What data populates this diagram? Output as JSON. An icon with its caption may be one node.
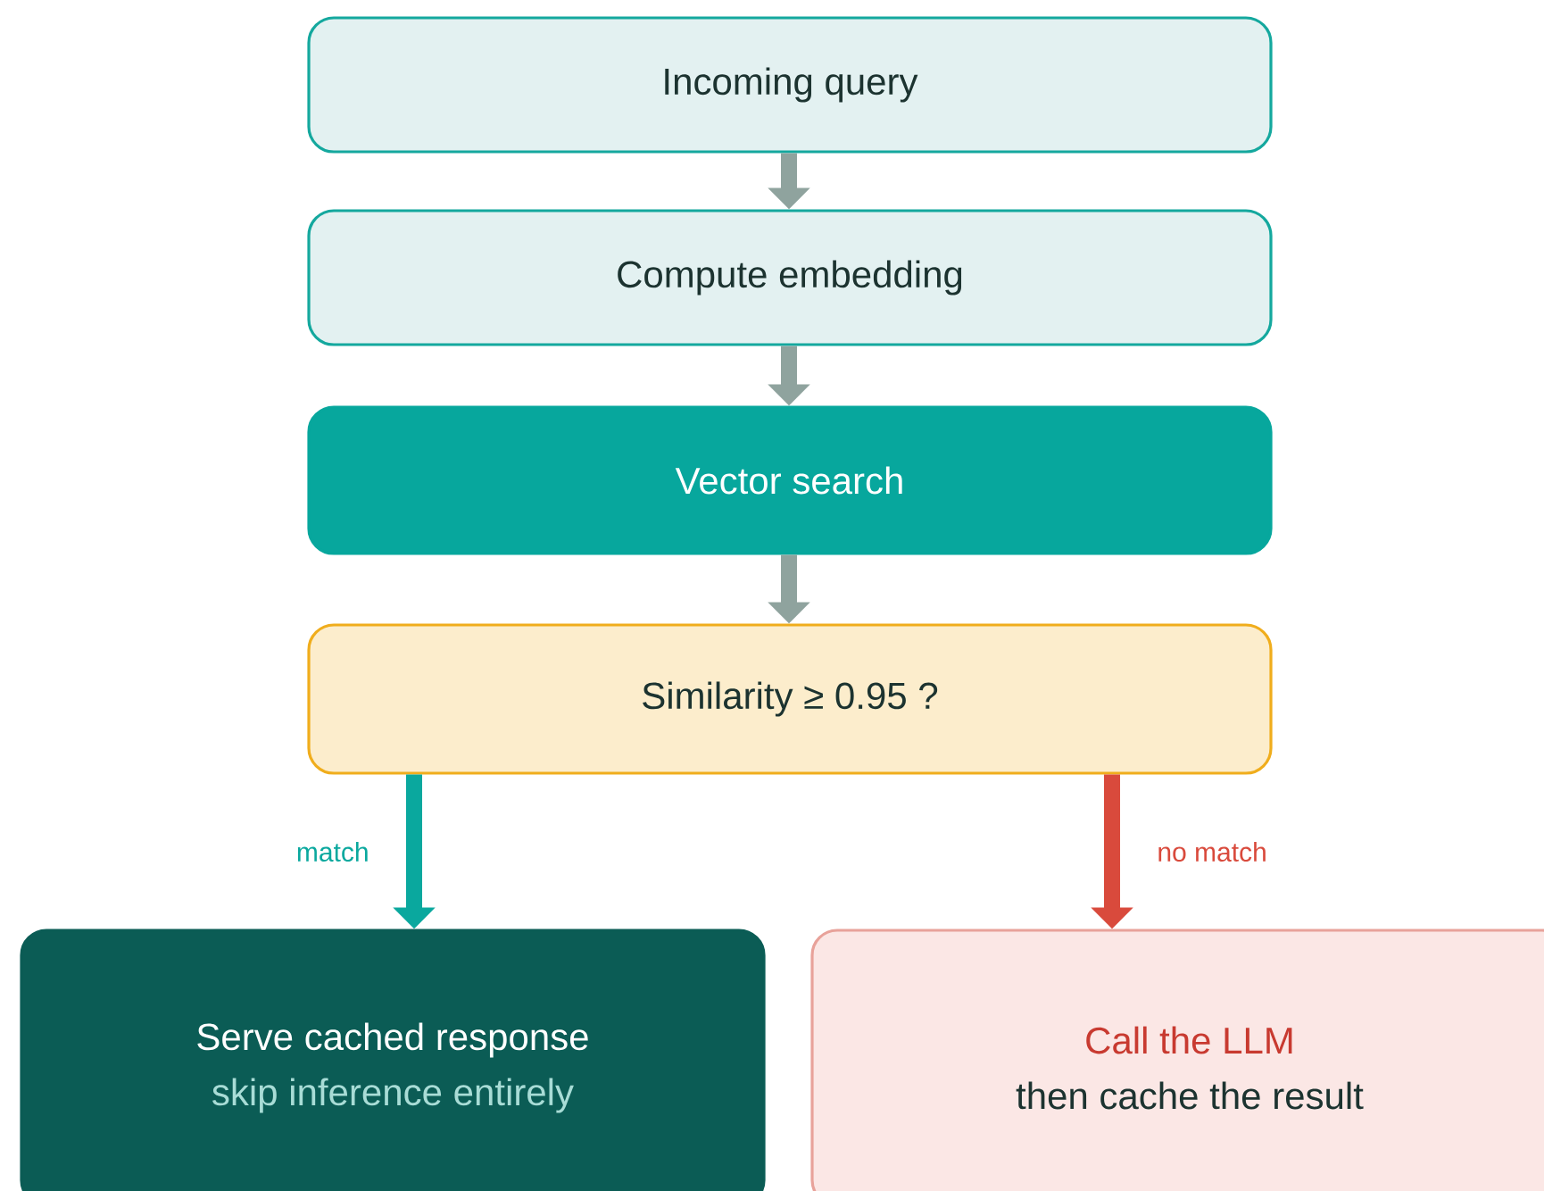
{
  "diagram": {
    "nodes": [
      {
        "text": [
          "Incoming query"
        ]
      },
      {
        "text": [
          "Compute embedding"
        ]
      },
      {
        "text": [
          "Vector search"
        ]
      },
      {
        "text": [
          "Similarity ≥ 0.95 ?"
        ]
      },
      {
        "text": [
          "Serve cached response",
          "skip inference entirely"
        ]
      },
      {
        "text": [
          "Call the LLM",
          "then cache the result"
        ]
      }
    ],
    "edges": [
      {
        "from": 0,
        "to": 1,
        "arrow": "to"
      },
      {
        "from": 1,
        "to": 2,
        "arrow": "to"
      },
      {
        "from": 2,
        "to": 3,
        "arrow": "to"
      },
      {
        "from": 3,
        "to": 4,
        "arrow": "to",
        "label": "match",
        "color": "#0aa89e"
      },
      {
        "from": 3,
        "to": 5,
        "arrow": "to",
        "label": "no match",
        "color": "#d94a3c"
      }
    ]
  }
}
